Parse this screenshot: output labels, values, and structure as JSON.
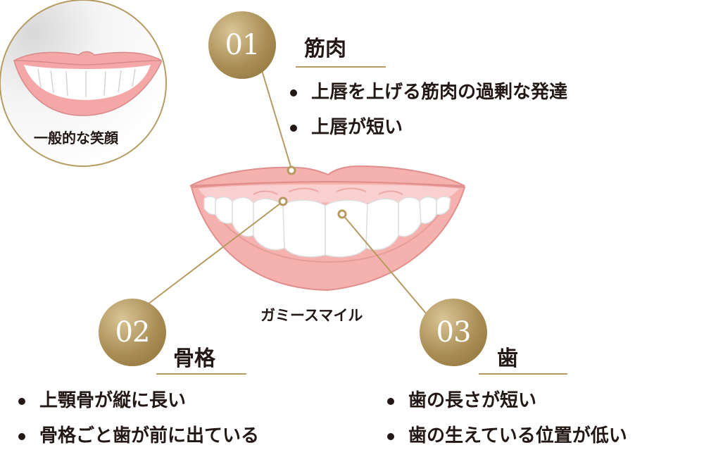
{
  "inset": {
    "caption": "一般的な笑顔"
  },
  "main_caption": "ガミースマイル",
  "factors": [
    {
      "number": "01",
      "title": "筋肉",
      "bullets": [
        "上唇を上げる筋肉の過剰な発達",
        "上唇が短い"
      ]
    },
    {
      "number": "02",
      "title": "骨格",
      "bullets": [
        "上顎骨が縦に長い",
        "骨格ごと歯が前に出ている"
      ]
    },
    {
      "number": "03",
      "title": "歯",
      "bullets": [
        "歯の長さが短い",
        "歯の生えている位置が低い"
      ]
    }
  ],
  "colors": {
    "gold": "#a98d55",
    "lip": "#f2a7a7",
    "gum": "#f9d2d2",
    "text": "#231815"
  }
}
